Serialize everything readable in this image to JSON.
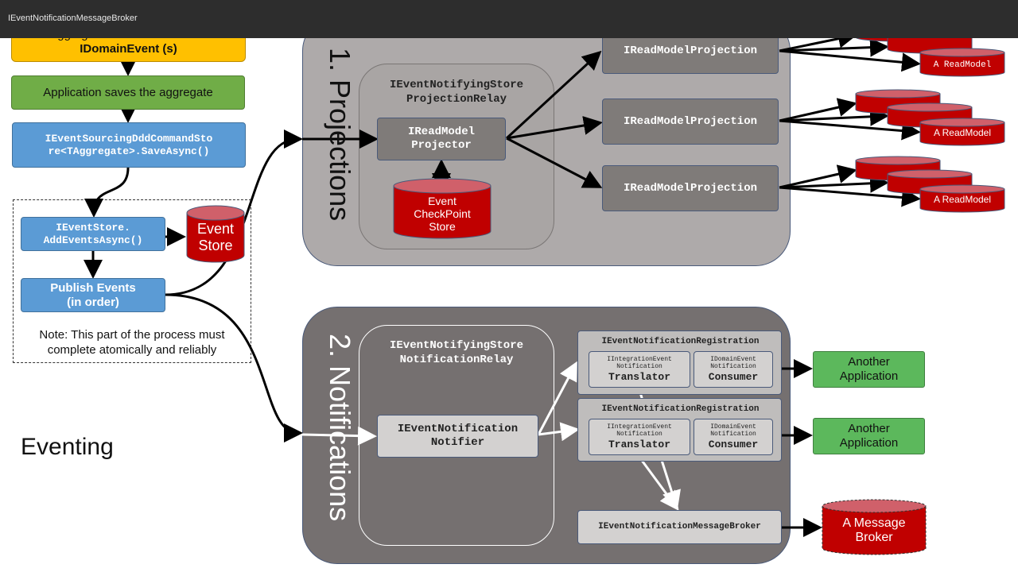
{
  "window_title": "IEventNotificationMessageBroker",
  "left": {
    "aggregate_raises_1": "Aggregate raises one or more",
    "aggregate_raises_2": "IDomainEvent (s)",
    "app_saves": "Application saves the aggregate",
    "command_store_1": "IEventSourcingDddCommandSto",
    "command_store_2": "re<TAggregate>.SaveAsync()",
    "add_events_1": "IEventStore.",
    "add_events_2": "AddEventsAsync()",
    "event_store_1": "Event",
    "event_store_2": "Store",
    "publish_1": "Publish Events",
    "publish_2": "(in order)",
    "note_1": "Note: This part of the process must",
    "note_2": "complete atomically and reliably",
    "eventing": "Eventing"
  },
  "projections": {
    "title": "1. Projections",
    "relay_1": "IEventNotifyingStore",
    "relay_2": "ProjectionRelay",
    "projector_1": "IReadModel",
    "projector_2": "Projector",
    "checkpoint_1": "Event",
    "checkpoint_2": "CheckPoint",
    "checkpoint_3": "Store",
    "projection_label": "IReadModelProjection",
    "read_model_label": "A ReadModel"
  },
  "notifications": {
    "title": "2. Notifications",
    "relay_1": "IEventNotifyingStore",
    "relay_2": "NotificationRelay",
    "notifier_1": "IEventNotification",
    "notifier_2": "Notifier",
    "registration": "IEventNotificationRegistration",
    "translator_small_1": "IIntegrationEvent",
    "translator_small_2": "Notification",
    "translator": "Translator",
    "consumer_small_1": "IDomainEvent",
    "consumer_small_2": "Notification",
    "consumer": "Consumer",
    "broker": "IEventNotificationMessageBroker",
    "another_app_1": "Another",
    "another_app_2": "Application",
    "message_broker_1": "A Message",
    "message_broker_2": "Broker"
  },
  "colors": {
    "blue": "#5b9bd5",
    "green": "#70ad47",
    "yellow": "#ffc000",
    "cylinder_red": "#c00000",
    "projections_bg": "#aeaaaa",
    "notifications_bg": "#757070"
  }
}
